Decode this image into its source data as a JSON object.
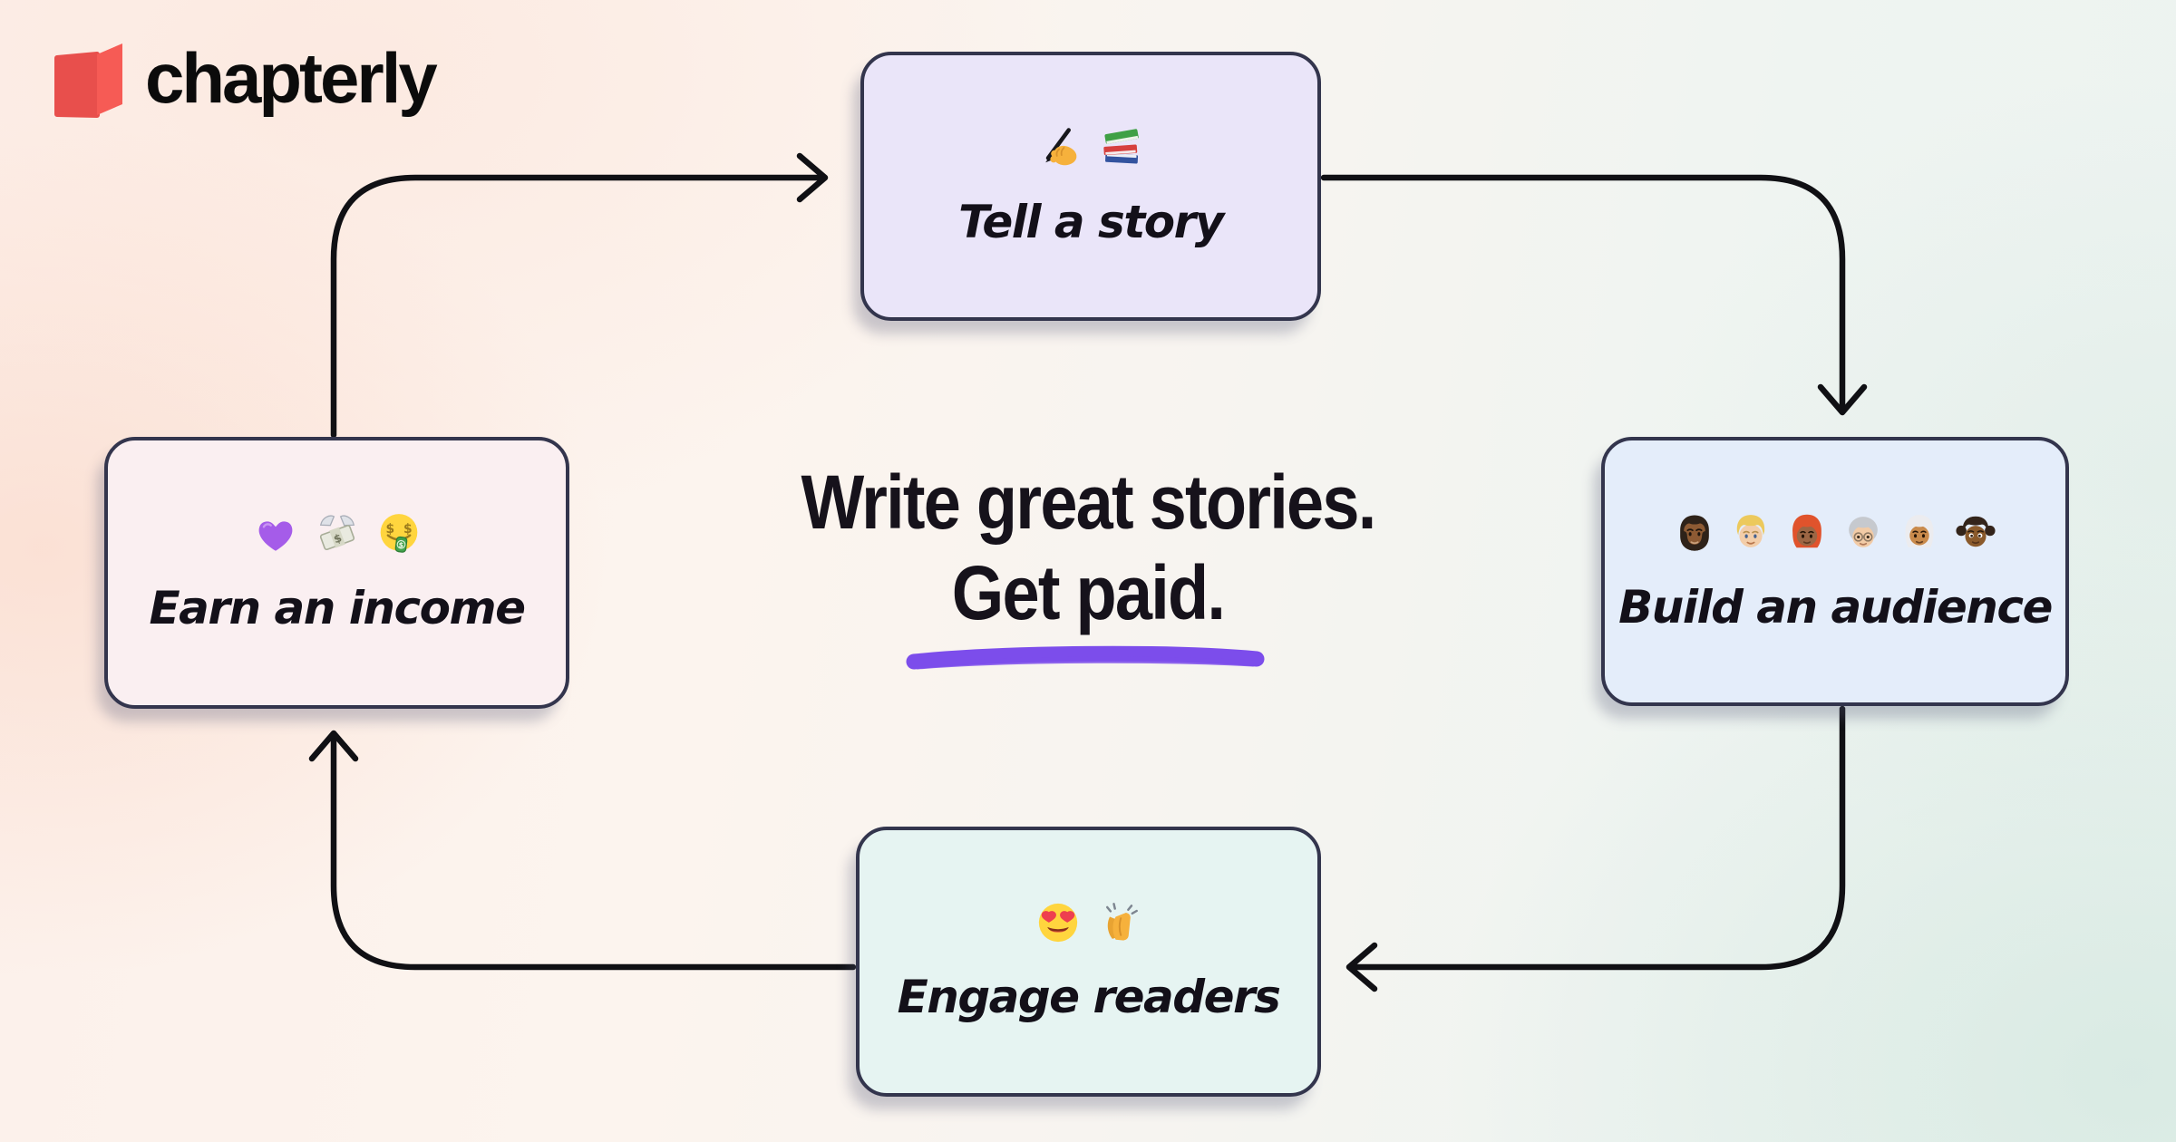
{
  "brand": {
    "name": "chapterly"
  },
  "headline": {
    "line1": "Write great stories.",
    "line2": "Get paid."
  },
  "cycle": {
    "top": {
      "label": "Tell a story",
      "icons": [
        "writing-hand-icon",
        "books-icon"
      ]
    },
    "right": {
      "label": "Build an audience",
      "icons": [
        "man-dark-skin-beard-icon",
        "person-blond-icon",
        "woman-red-hair-icon",
        "older-woman-glasses-icon",
        "woman-white-hair-icon",
        "girl-pigtails-icon"
      ]
    },
    "bottom": {
      "label": "Engage readers",
      "icons": [
        "heart-eyes-icon",
        "clapping-hands-icon"
      ]
    },
    "left": {
      "label": "Earn an income",
      "icons": [
        "purple-heart-icon",
        "money-with-wings-icon",
        "money-mouth-face-icon"
      ]
    }
  },
  "colors": {
    "card_top_bg": "#EAE5F9",
    "card_right_bg": "#E4EDFA",
    "card_bottom_bg": "#E6F4F2",
    "card_left_bg": "#FAEFF1",
    "card_border": "#33354D",
    "arrow": "#101014",
    "underline": "#7C4DEB",
    "headline_text": "#16121B",
    "logo_red_left": "#E84F4C",
    "logo_red_right": "#F65B55"
  }
}
